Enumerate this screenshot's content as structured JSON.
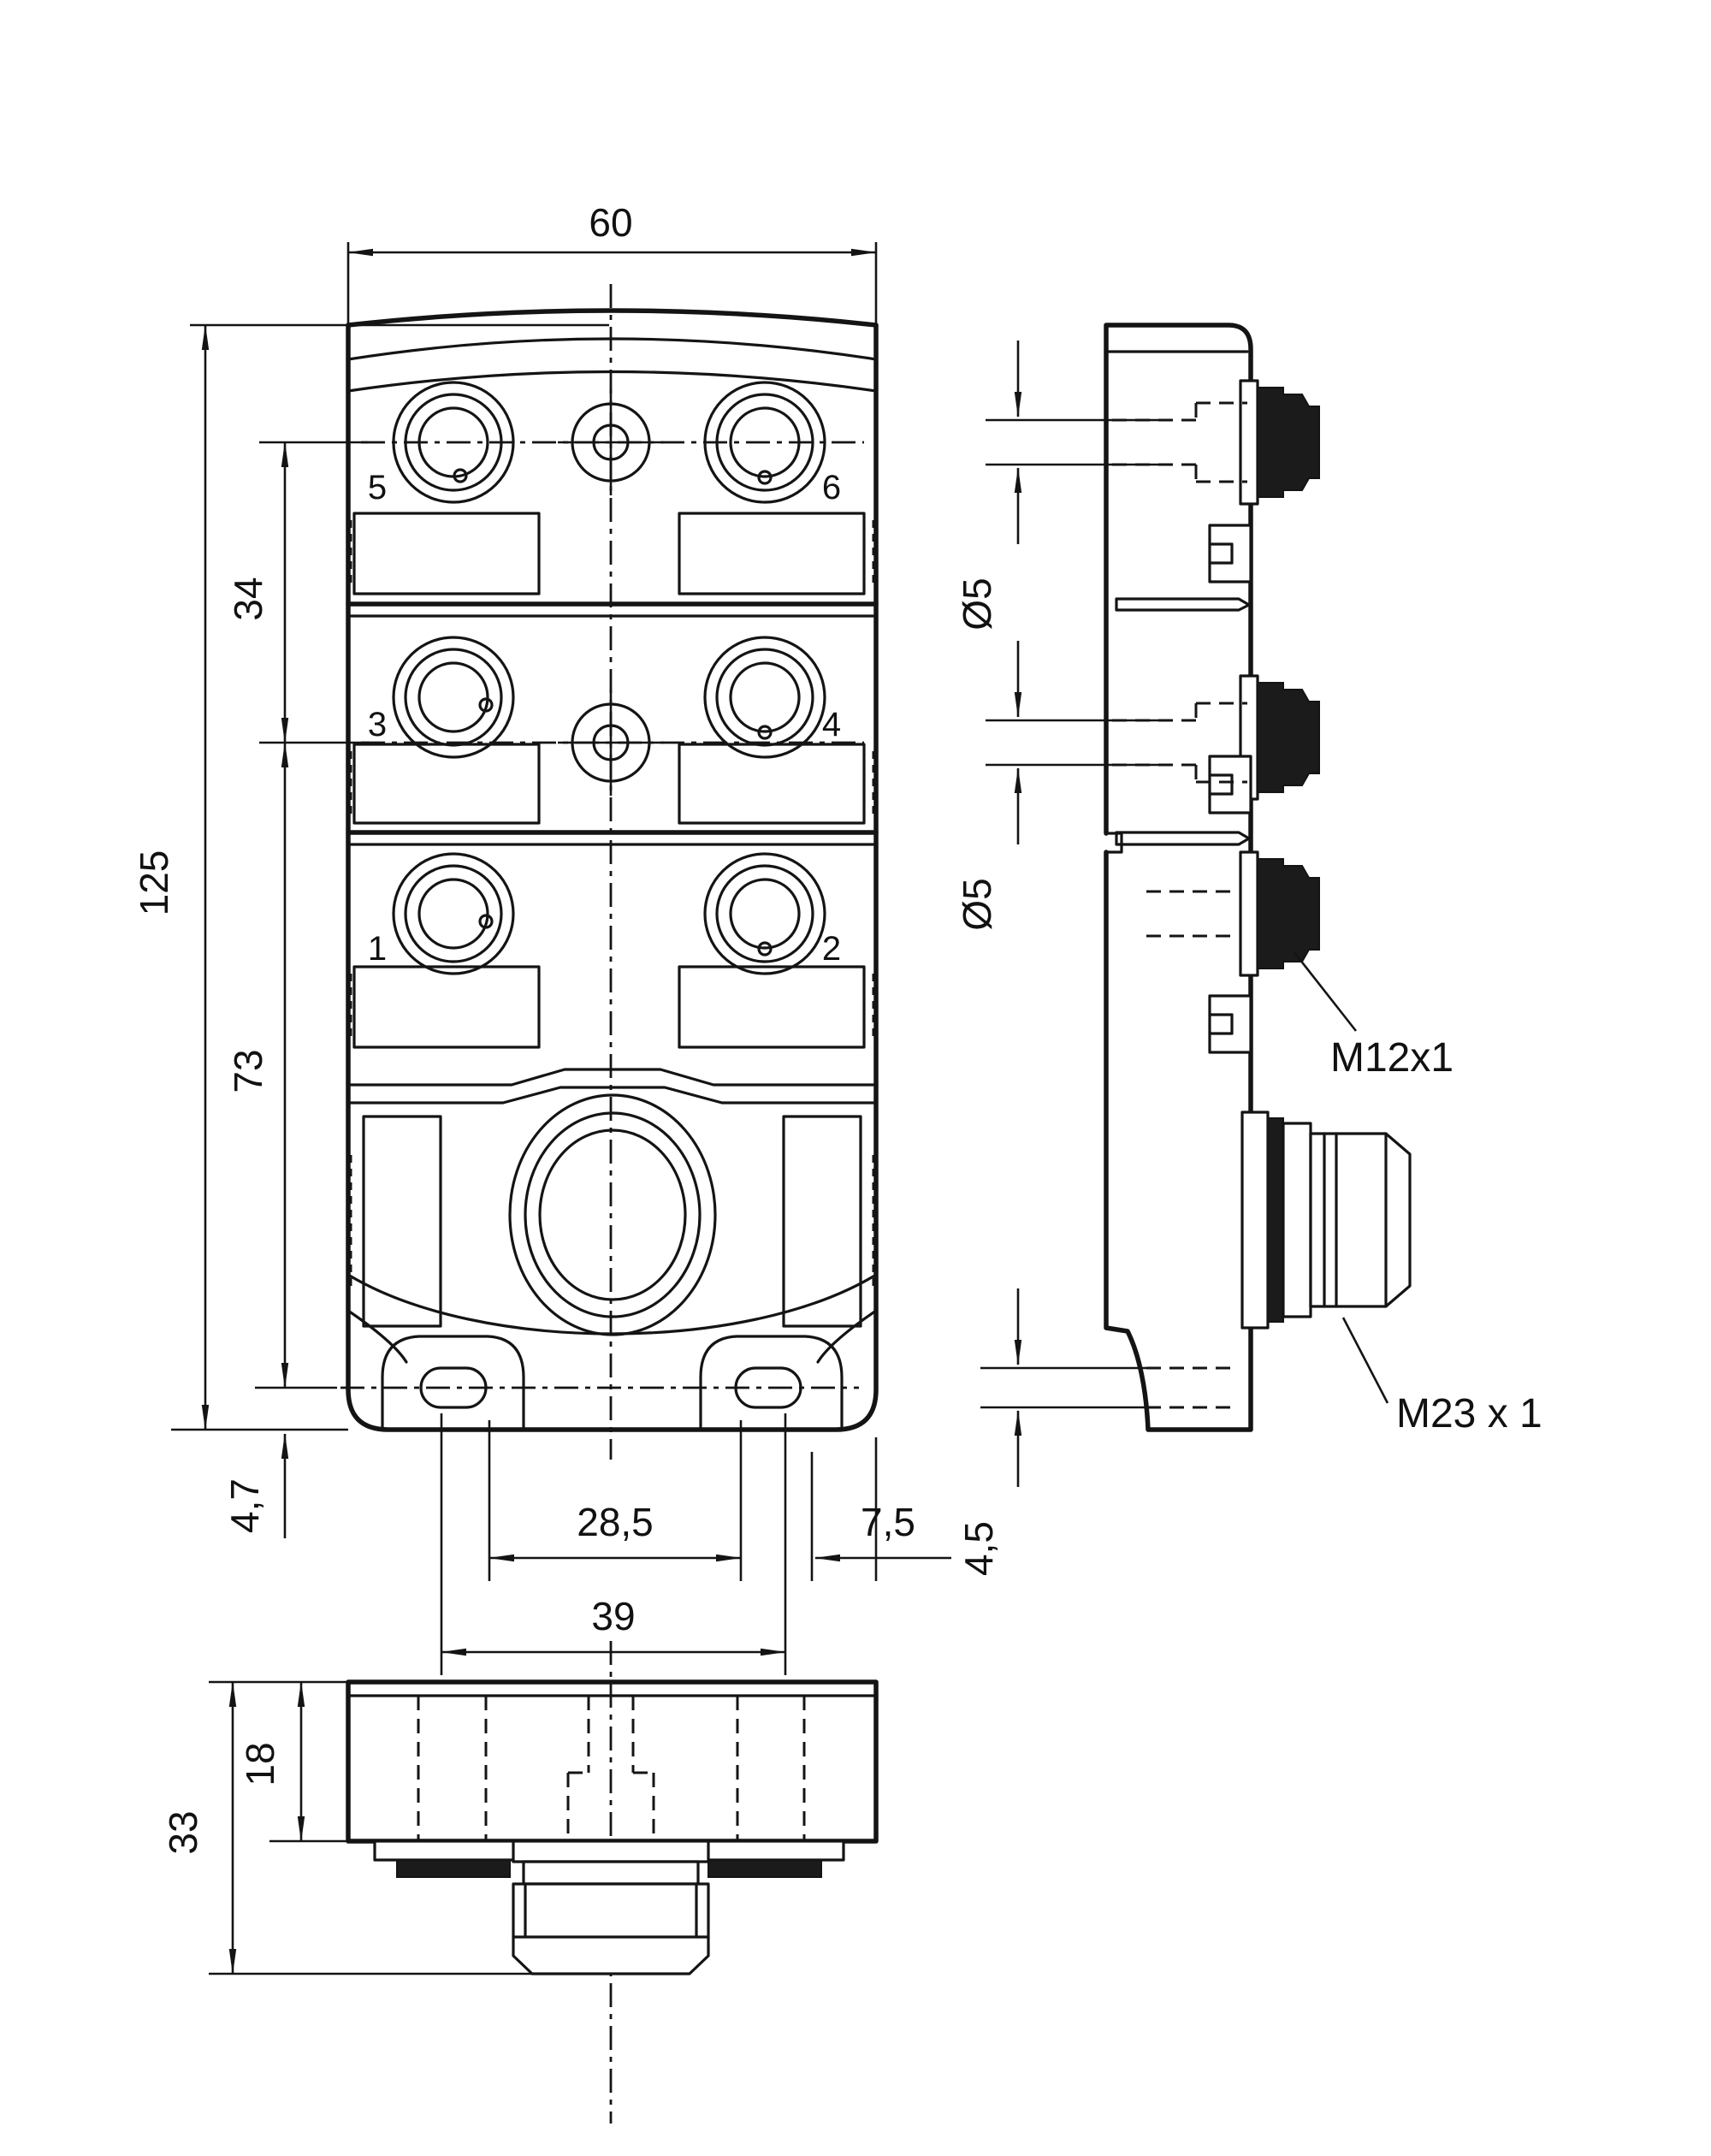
{
  "drawing": {
    "type": "technical-dimensional-drawing",
    "line_color": "#141414",
    "background": "#ffffff"
  },
  "front": {
    "dim_width": "60",
    "dim_height": "125",
    "dim_hole_spacing": "34",
    "dim_hole_to_slot": "73",
    "dim_slot_to_bottom": "4,7",
    "dim_slot_inner": "28,5",
    "dim_slot_outer": "39",
    "dim_slot_to_edge": "7,5",
    "ports": [
      "5",
      "6",
      "3",
      "4",
      "1",
      "2"
    ]
  },
  "side": {
    "dim_hole_top": "Ø5",
    "dim_hole_mid": "Ø5",
    "dim_slot_height": "4,5",
    "label_m12": "M12x1",
    "label_m23": "M23 x 1"
  },
  "bottom": {
    "dim_body_height": "18",
    "dim_total_height": "33"
  }
}
